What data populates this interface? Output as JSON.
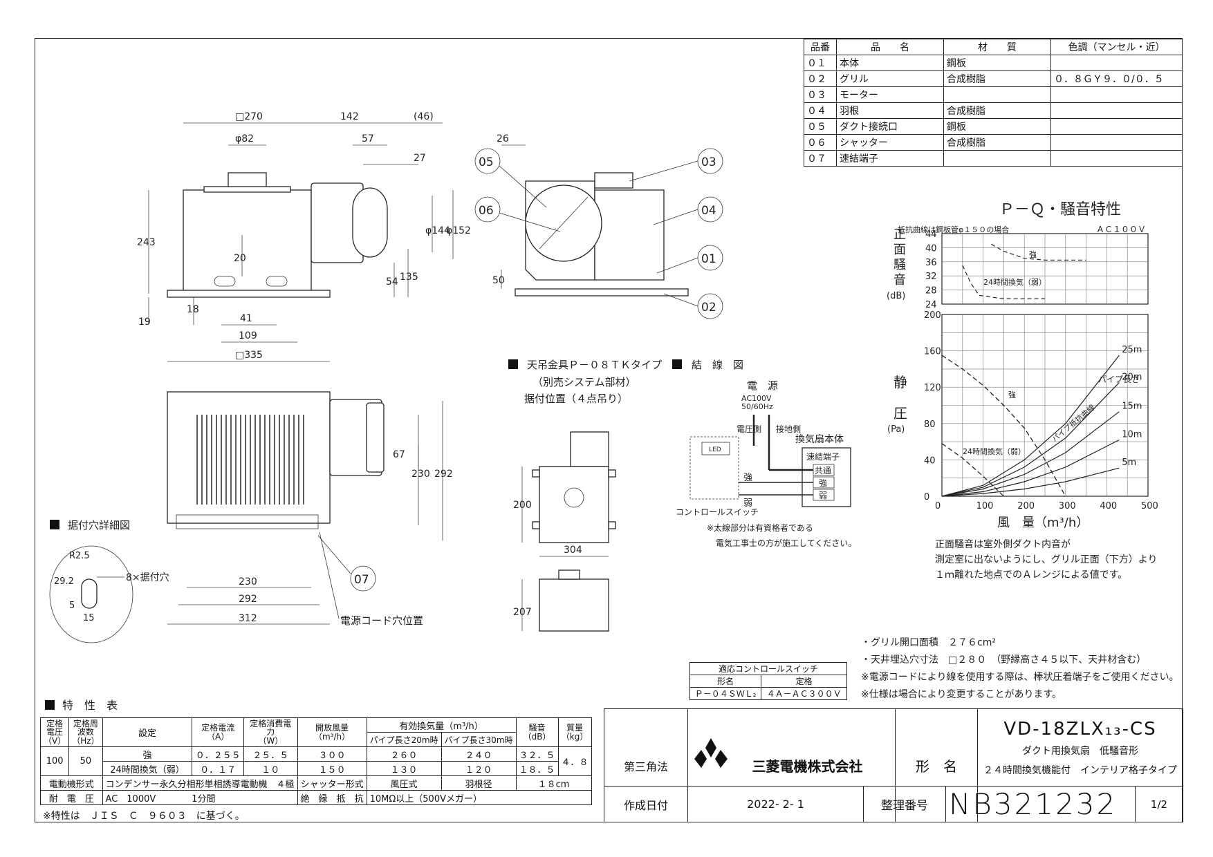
{
  "parts_table": {
    "headers": [
      "品番",
      "品　　名",
      "材　　質",
      "色調（マンセル・近）"
    ],
    "rows": [
      {
        "no": "０１",
        "name": "本体",
        "material": "鋼板",
        "color": ""
      },
      {
        "no": "０２",
        "name": "グリル",
        "material": "合成樹脂",
        "color": "０．８ＧＹ９．０/０．５"
      },
      {
        "no": "０３",
        "name": "モーター",
        "material": "",
        "color": ""
      },
      {
        "no": "０４",
        "name": "羽根",
        "material": "合成樹脂",
        "color": ""
      },
      {
        "no": "０５",
        "name": "ダクト接続口",
        "material": "鋼板",
        "color": ""
      },
      {
        "no": "０６",
        "name": "シャッター",
        "material": "合成樹脂",
        "color": ""
      },
      {
        "no": "０７",
        "name": "速結端子",
        "material": "",
        "color": ""
      }
    ]
  },
  "front_view": {
    "dims": [
      "□270",
      "142",
      "(46)",
      "φ82",
      "57",
      "27",
      "243",
      "φ144",
      "φ152",
      "20",
      "54",
      "135",
      "18",
      "41",
      "109",
      "19",
      "□335"
    ]
  },
  "side_view": {
    "dims": [
      "26",
      "50"
    ],
    "callouts": [
      "05",
      "06",
      "03",
      "04",
      "01",
      "02"
    ]
  },
  "bottom_view": {
    "dims": [
      "67",
      "230",
      "292",
      "230",
      "292",
      "312"
    ],
    "callout": "07",
    "power_cord_label": "電源コード穴位置"
  },
  "mount_hole": {
    "title": "据付穴詳細図",
    "dims": [
      "29.2",
      "R2.5",
      "5",
      "15"
    ],
    "label": "8×据付穴"
  },
  "hanger": {
    "title": "天吊金具Ｐ－０８ＴＫタイプ",
    "subtitle": "（別売システム部材）",
    "position_label": "据付位置（４点吊り）",
    "dims": [
      "200",
      "304",
      "207"
    ]
  },
  "wiring": {
    "title": "結　線　図",
    "power_label": "電　源",
    "power_spec1": "AC100V",
    "power_spec2": "50/60Hz",
    "voltage_side": "電圧側",
    "ground_side": "接地側",
    "fan_body": "換気扇本体",
    "terminal_label": "速結端子",
    "terminals": [
      "共通",
      "強",
      "弱"
    ],
    "led": "LED",
    "strong": "強",
    "weak": "弱",
    "switch_label": "コントロールスイッチ",
    "note1": "※太線部分は有資格者である",
    "note2": "電気工事士の方が施工してください。"
  },
  "pq_chart": {
    "title": "Ｐ－Ｑ・騒音特性",
    "resistance_note": "抵抗曲線は鋼板管φ１５０の場合",
    "voltage": "ＡＣ１００Ｖ",
    "noise_label_chars": [
      "正",
      "面",
      "騒",
      "音"
    ],
    "noise_unit": "(dB)",
    "pressure_label_chars": [
      "静",
      "圧"
    ],
    "pressure_unit": "(Pa)",
    "flow_label": "風　量（m³/h）",
    "noise_ticks": [
      "44",
      "40",
      "36",
      "32",
      "28",
      "24"
    ],
    "pressure_ticks": [
      "200",
      "160",
      "120",
      "80",
      "40",
      "0"
    ],
    "flow_ticks": [
      "0",
      "100",
      "200",
      "300",
      "400",
      "500"
    ],
    "pipe_length_label": "パイプ長さ",
    "pipe_lengths": [
      "25m",
      "20m",
      "15m",
      "10m",
      "5m"
    ],
    "pipe_curve_label": "パイプ抵抗曲線",
    "series_strong": "強",
    "series_24h": "24時間換気（弱）",
    "noise_strong_label": "強",
    "noise_24h_label": "24時間換気（弱）",
    "note1": "正面騒音は室外側ダクト内音が",
    "note2": "測定室に出ないようにし、グリル正面（下方）より",
    "note3": "１ｍ離れた地点でのＡレンジによる値です。"
  },
  "chart_data": {
    "type": "line",
    "title": "Ｐ－Ｑ・騒音特性",
    "xlabel": "風　量（m³/h）",
    "ylabel": "静圧 (Pa)",
    "xlim": [
      0,
      500
    ],
    "ylim": [
      0,
      200
    ],
    "series": [
      {
        "name": "強",
        "x": [
          0,
          50,
          100,
          150,
          200,
          250,
          300
        ],
        "y": [
          155,
          140,
          122,
          100,
          75,
          40,
          0
        ]
      },
      {
        "name": "24時間換気（弱）",
        "x": [
          0,
          50,
          100,
          150
        ],
        "y": [
          58,
          42,
          22,
          0
        ]
      }
    ],
    "pipe_curves": [
      {
        "name": "25m",
        "x": [
          0,
          100,
          200,
          300,
          430
        ],
        "y": [
          0,
          12,
          40,
          80,
          155
        ]
      },
      {
        "name": "20m",
        "x": [
          0,
          100,
          200,
          300,
          430
        ],
        "y": [
          0,
          10,
          32,
          64,
          125
        ]
      },
      {
        "name": "15m",
        "x": [
          0,
          100,
          200,
          300,
          430
        ],
        "y": [
          0,
          8,
          24,
          48,
          93
        ]
      },
      {
        "name": "10m",
        "x": [
          0,
          100,
          200,
          300,
          430
        ],
        "y": [
          0,
          5,
          16,
          32,
          62
        ]
      },
      {
        "name": "5m",
        "x": [
          0,
          100,
          200,
          300,
          430
        ],
        "y": [
          0,
          3,
          8,
          16,
          31
        ]
      }
    ],
    "noise": {
      "ylim": [
        24,
        44
      ],
      "series": [
        {
          "name": "強",
          "x": [
            120,
            150,
            200,
            250,
            350
          ],
          "y": [
            41,
            39,
            37,
            36.5,
            36.5
          ]
        },
        {
          "name": "24時間換気（弱）",
          "x": [
            50,
            70,
            90,
            150,
            250
          ],
          "y": [
            35,
            30,
            26.5,
            25.5,
            25.5
          ]
        }
      ]
    }
  },
  "specs": {
    "grille_area": "・グリル開口面積　２７６cm²",
    "ceiling_hole": "・天井埋込穴寸法　□２８０　（野縁高さ４５以下、天井材含む）",
    "note_cord": "※電源コードにより線を使用する際は、棒状圧着端子をご使用ください。",
    "note_spec": "※仕様は場合により変更することがあります。"
  },
  "control_switch": {
    "title": "適応コントロールスイッチ",
    "col_model": "形名",
    "col_rating": "定格",
    "model": "Ｐ－０４ＳＷＬ₂",
    "rating": "４Ａ－ＡＣ３００Ｖ"
  },
  "char_table": {
    "title": "特　性　表",
    "headers": {
      "voltage": "定格電圧\n（V）",
      "freq": "定格周波数\n（Hz）",
      "setting": "設定",
      "current": "定格電流\n（A）",
      "power": "定格消費電力\n（W）",
      "open_flow": "開放風量\n（m³/h）",
      "effective": "有効換気量（m³/h）",
      "pipe20": "パイプ長さ20m時",
      "pipe30": "パイプ長さ30m時",
      "noise": "騒音\n（dB）",
      "mass": "質量\n（kg）"
    },
    "voltage": "100",
    "freq": "50",
    "rows": [
      {
        "setting": "強",
        "current": "０．２５５",
        "power": "２５．５",
        "open": "３００",
        "p20": "２６０",
        "p30": "２４０",
        "noise": "３２．５"
      },
      {
        "setting": "24時間換気（弱）",
        "current": "０．１７",
        "power": "１０",
        "open": "１５０",
        "p20": "１３０",
        "p30": "１２０",
        "noise": "１８．５"
      }
    ],
    "mass": "４．８",
    "motor_type_label": "電動機形式",
    "motor_type": "コンデンサー永久分相形単相誘導電動機　４極",
    "shutter_label": "シャッター形式",
    "shutter": "風圧式",
    "blade_label": "羽根径",
    "blade": "１８cm",
    "withstand_label": "耐　電　圧",
    "withstand": "AC　1000V　　　　1分間",
    "insulation_label": "絶　縁　抵　抗",
    "insulation": "10MΩ以上（500Vメガー）",
    "footnote": "※特性は　ＪＩＳ　Ｃ　９６０３　に基づく。"
  },
  "title_block": {
    "projection": "第三角法",
    "company": "三菱電機株式会社",
    "model_label": "形　名",
    "model": "VD-18ZLX₁₃-CS",
    "desc1": "ダクト用換気扇　低騒音形",
    "desc2": "２４時間換気機能付　インテリア格子タイプ",
    "date_label": "作成日付",
    "date": "2022- 2- 1",
    "doc_label": "整理番号",
    "doc_no": "NB321232",
    "page": "1/2"
  },
  "colors": {
    "line": "#222222",
    "background": "#ffffff"
  }
}
